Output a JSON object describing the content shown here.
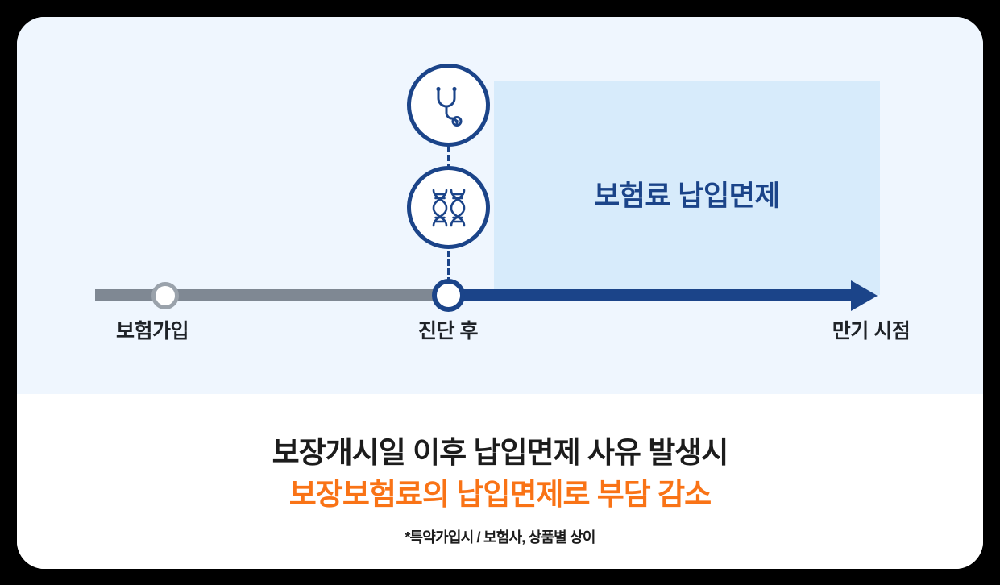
{
  "card": {
    "background_color": "#ffffff",
    "panel_color": "#eff6fe",
    "outer_background": "#000000"
  },
  "colors": {
    "navy": "#1b4489",
    "gray_line": "#7f8893",
    "highlight_band": "#d7ebfb",
    "orange": "#f97316",
    "label_dark": "#1f2328"
  },
  "icons": [
    {
      "name": "stethoscope-icon",
      "label": "stethoscope"
    },
    {
      "name": "dna-icon",
      "label": "dna-double-helix"
    }
  ],
  "highlight": {
    "label": "보험료 납입면제"
  },
  "timeline": {
    "nodes": [
      {
        "name": "insurance-signup",
        "label": "보험가입"
      },
      {
        "name": "after-diagnosis",
        "label": "진단 후"
      },
      {
        "name": "maturity-point",
        "label": "만기 시점"
      }
    ]
  },
  "caption": {
    "line1": "보장개시일 이후 납입면제 사유 발생시",
    "line2": "보장보험료의 납입면제로 부담 감소",
    "note": "*특약가입시 / 보험사, 상품별 상이"
  }
}
